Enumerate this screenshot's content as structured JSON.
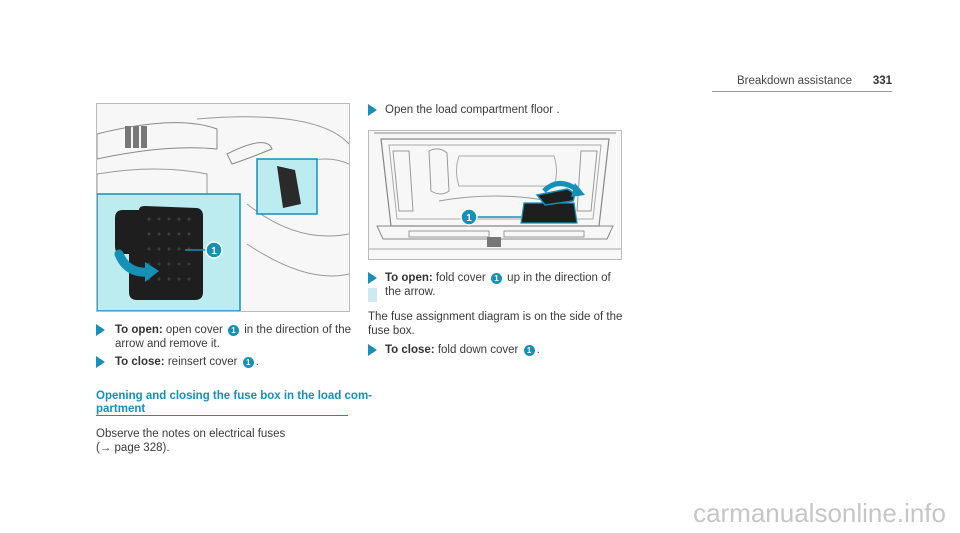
{
  "header": {
    "section_title": "Breakdown assistance",
    "page_number": "331"
  },
  "left": {
    "step1": {
      "label": "To open:",
      "text1": "open cover",
      "callout": "1",
      "text2": "in the direction of the",
      "text3": "arrow and remove it."
    },
    "step2": {
      "label": "To close:",
      "text1": "reinsert cover",
      "callout": "1",
      "text2": "."
    },
    "heading": {
      "line1": "Opening and closing the fuse box in the load com-",
      "line2": "partment"
    },
    "body": {
      "line1": "Observe the notes on electrical fuses",
      "line2": "(→ page 328)."
    }
  },
  "right": {
    "step0": {
      "text": "Open the load compartment floor ."
    },
    "step1": {
      "label": "To open:",
      "text1": "fold cover",
      "callout": "1",
      "text2": "up in the direction of",
      "text3": "the arrow."
    },
    "body": {
      "line1": "The fuse assignment diagram is on the side of the",
      "line2": "fuse box."
    },
    "step2": {
      "label": "To close:",
      "text1": "fold down cover",
      "callout": "1",
      "text2": "."
    }
  },
  "watermark": "carmanualsonline.info",
  "colors": {
    "accent": "#1590b7",
    "accent_light": "#cfe9f3",
    "callout_fill": "#1590b7",
    "zoom_panel": "#bdecf0"
  }
}
